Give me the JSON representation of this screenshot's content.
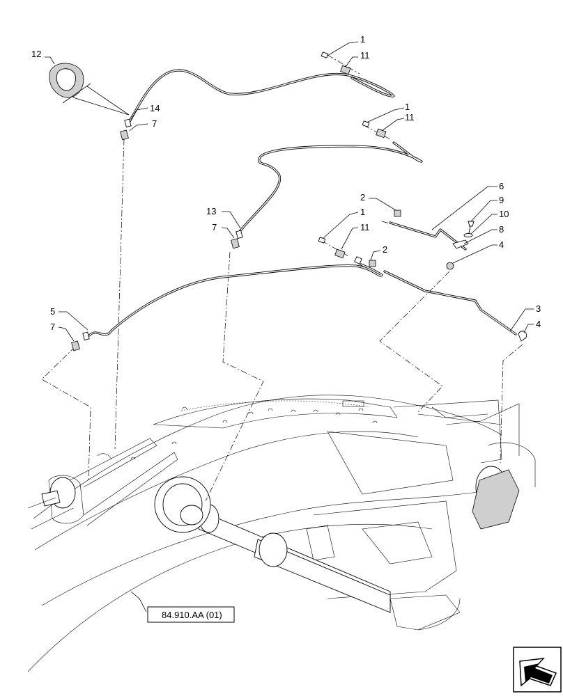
{
  "callouts": [
    {
      "id": "c12",
      "label": "12"
    },
    {
      "id": "c14",
      "label": "14"
    },
    {
      "id": "c7a",
      "label": "7"
    },
    {
      "id": "c1a",
      "label": "1"
    },
    {
      "id": "c11a",
      "label": "11"
    },
    {
      "id": "c1b",
      "label": "1"
    },
    {
      "id": "c11b",
      "label": "11"
    },
    {
      "id": "c6",
      "label": "6"
    },
    {
      "id": "c9",
      "label": "9"
    },
    {
      "id": "c10",
      "label": "10"
    },
    {
      "id": "c8",
      "label": "8"
    },
    {
      "id": "c4a",
      "label": "4"
    },
    {
      "id": "c2a",
      "label": "2"
    },
    {
      "id": "c1c",
      "label": "1"
    },
    {
      "id": "c11c",
      "label": "11"
    },
    {
      "id": "c2b",
      "label": "2"
    },
    {
      "id": "c13",
      "label": "13"
    },
    {
      "id": "c7b",
      "label": "7"
    },
    {
      "id": "c5",
      "label": "5"
    },
    {
      "id": "c7c",
      "label": "7"
    },
    {
      "id": "c3",
      "label": "3"
    },
    {
      "id": "c4b",
      "label": "4"
    }
  ],
  "reference": {
    "label": "84.910.AA (01)"
  },
  "nav_icon": "arrow-forward-icon"
}
